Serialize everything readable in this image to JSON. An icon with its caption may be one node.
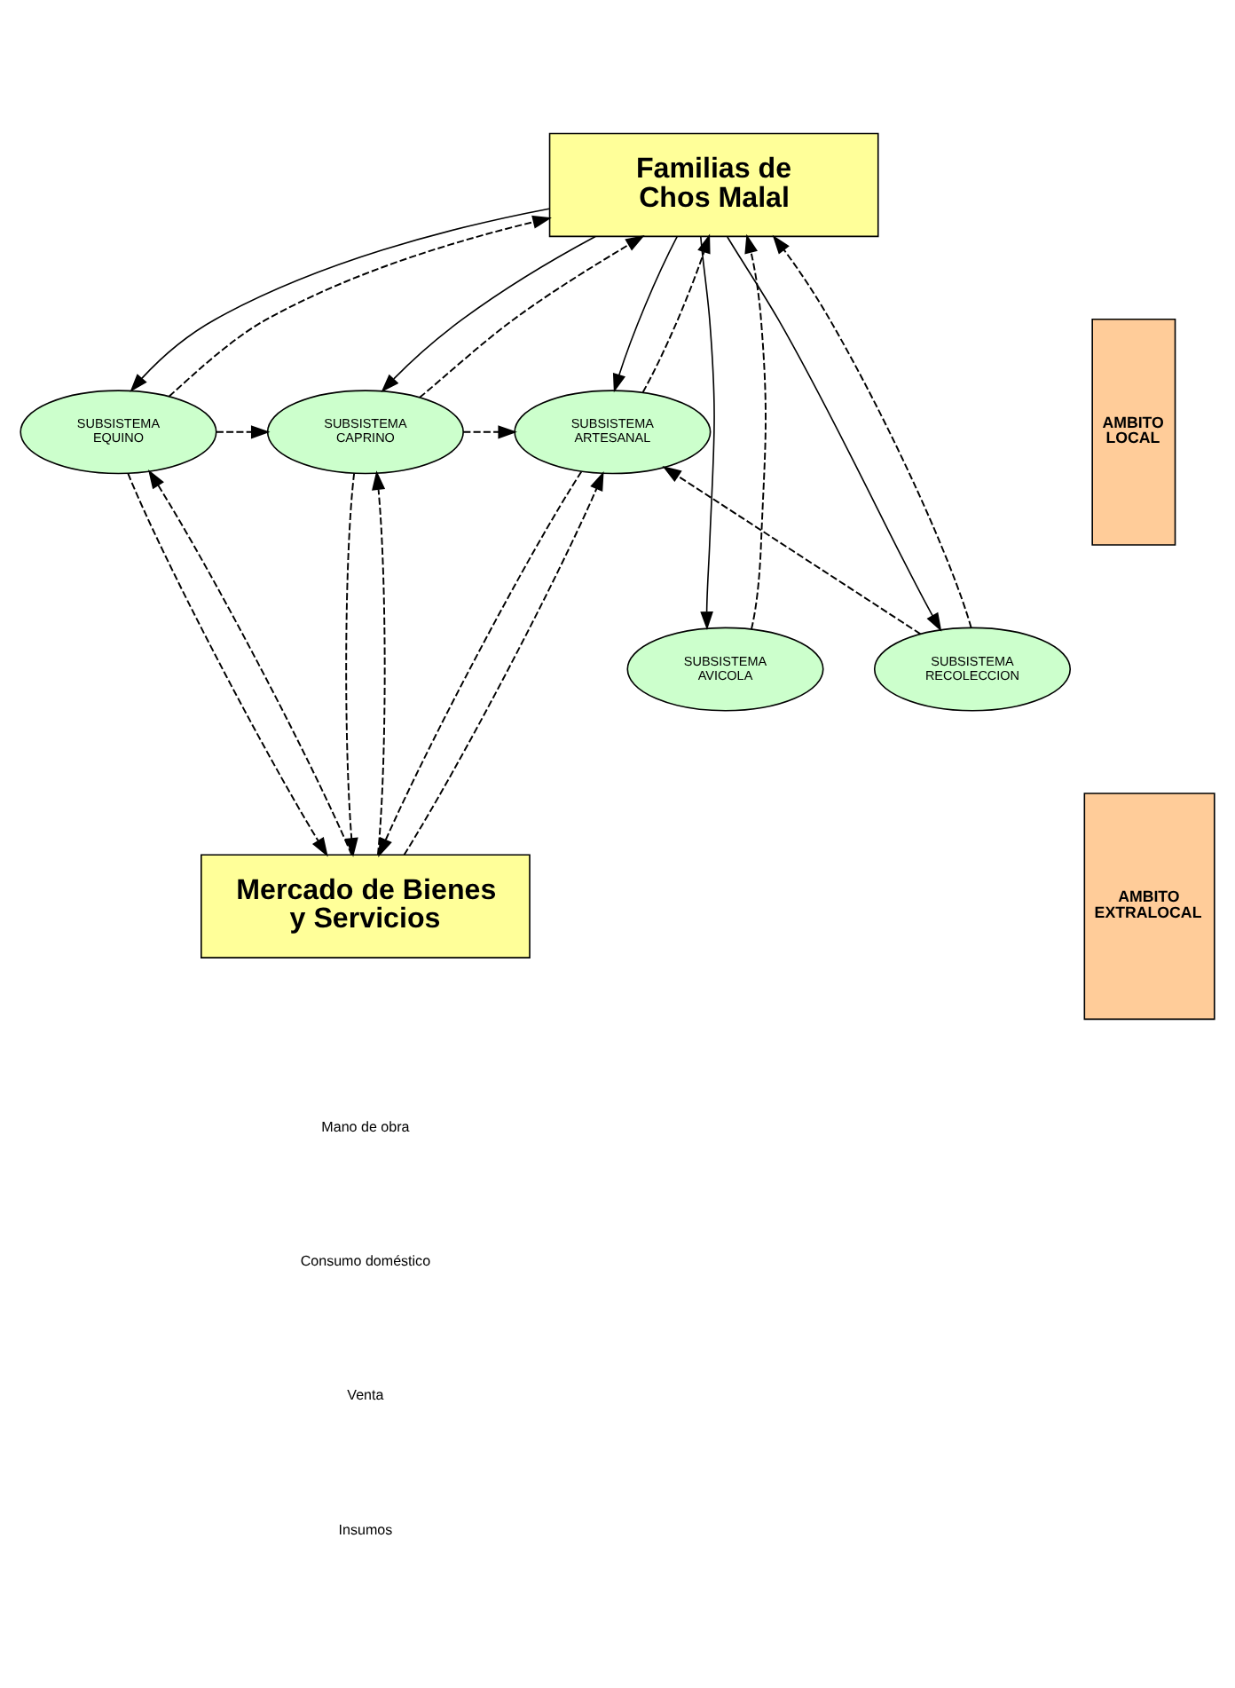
{
  "diagram": {
    "nodes": [
      {
        "text": [
          "Familias de Chos Malal"
        ]
      },
      {
        "text": [
          "SUBSISTEMA EQUINO"
        ]
      },
      {
        "text": [
          "SUBSISTEMA CAPRINO"
        ]
      },
      {
        "text": [
          "SUBSISTEMA ARTESANAL"
        ]
      },
      {
        "text": [
          "SUBSISTEMA AVICOLA"
        ]
      },
      {
        "text": [
          "SUBSISTEMA RECOLECCION"
        ]
      },
      {
        "text": [
          "Mercado de Bienes y Servicios"
        ]
      },
      {
        "text": [
          "AMBITO LOCAL"
        ]
      },
      {
        "text": [
          "AMBITO EXTRALOCAL"
        ]
      }
    ],
    "edges": [
      {
        "from": 1,
        "to": 0,
        "arrow": "to",
        "style": "dashed"
      },
      {
        "from": 0,
        "to": 1,
        "arrow": "to"
      },
      {
        "from": 4,
        "to": 0,
        "arrow": "to",
        "style": "dashed"
      },
      {
        "from": 0,
        "to": 4,
        "arrow": "to"
      },
      {
        "from": 2,
        "to": 0,
        "arrow": "to",
        "style": "dashed"
      },
      {
        "from": 0,
        "to": 2,
        "arrow": "to"
      },
      {
        "from": 0,
        "to": 5,
        "arrow": "to"
      },
      {
        "from": 5,
        "to": 0,
        "arrow": "to",
        "style": "dashed"
      },
      {
        "from": 3,
        "to": 0,
        "arrow": "to",
        "style": "dashed"
      },
      {
        "from": 0,
        "to": 3,
        "arrow": "to"
      },
      {
        "from": 1,
        "to": 2,
        "arrow": "to",
        "style": "dashed"
      },
      {
        "from": 2,
        "to": 3,
        "arrow": "to",
        "style": "dashed"
      },
      {
        "from": 5,
        "to": 3,
        "arrow": "to",
        "style": "dashed"
      },
      {
        "from": 1,
        "to": 6,
        "arrow": "to",
        "style": "dashed"
      },
      {
        "from": 6,
        "to": 1,
        "arrow": "to",
        "style": "dashed"
      },
      {
        "from": 6,
        "to": 2,
        "arrow": "to",
        "style": "dashed"
      },
      {
        "from": 2,
        "to": 6,
        "arrow": "to",
        "style": "dashed"
      },
      {
        "from": 6,
        "to": 3,
        "arrow": "to",
        "style": "dashed"
      },
      {
        "from": 3,
        "to": 6,
        "arrow": "to",
        "style": "dashed"
      }
    ],
    "legend": [
      {
        "text": "Mano de obra"
      },
      {
        "text": "Consumo doméstico"
      },
      {
        "text": "Venta"
      },
      {
        "text": "Insumos"
      }
    ]
  }
}
